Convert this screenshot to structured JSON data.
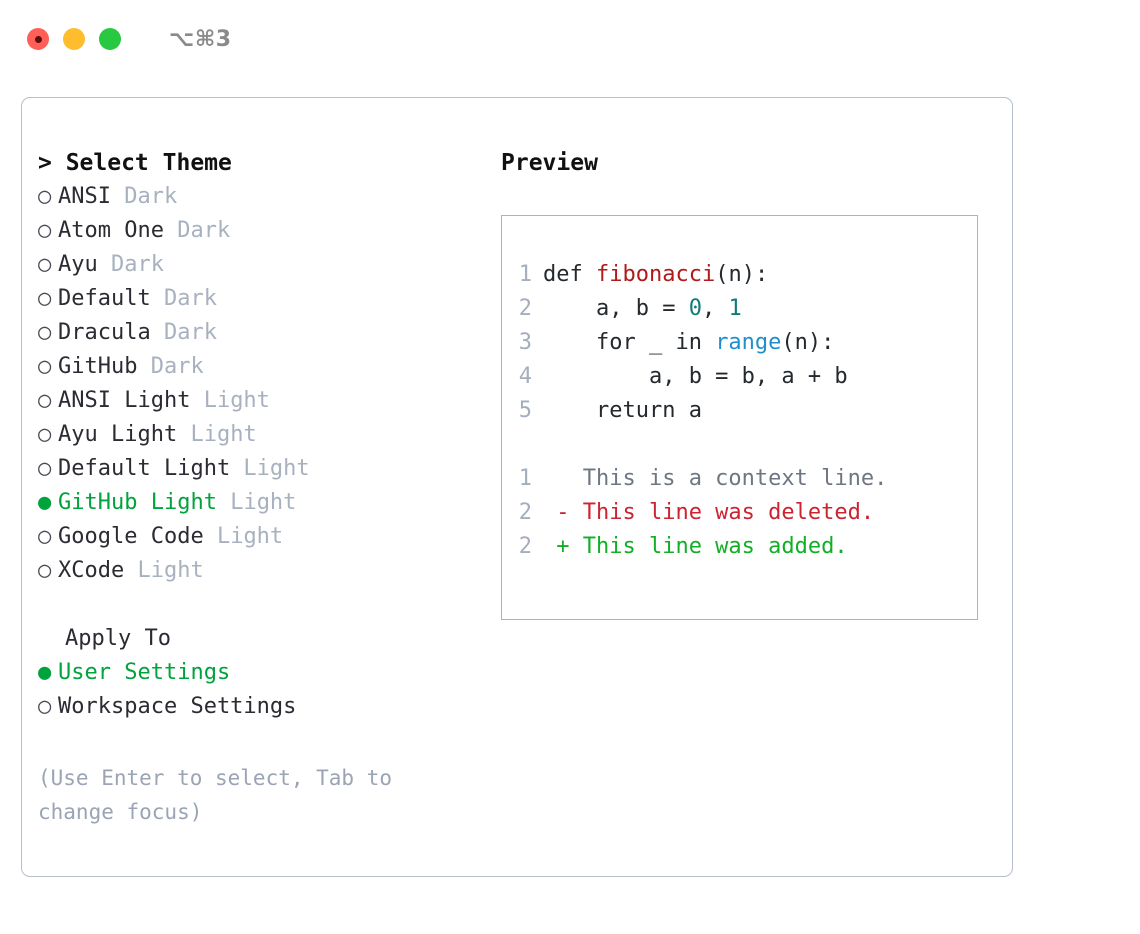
{
  "titlebar": {
    "shortcut": "⌥⌘3",
    "lights": [
      {
        "name": "close",
        "color": "#ff5f57"
      },
      {
        "name": "minimize",
        "color": "#ffbd2e"
      },
      {
        "name": "maximize",
        "color": "#28c840"
      }
    ]
  },
  "theme_list": {
    "header": "> Select Theme",
    "marker_selected": "●",
    "marker_unselected": "○",
    "items": [
      {
        "name": "ANSI",
        "tag": "Dark",
        "selected": false
      },
      {
        "name": "Atom One",
        "tag": "Dark",
        "selected": false
      },
      {
        "name": "Ayu",
        "tag": "Dark",
        "selected": false
      },
      {
        "name": "Default",
        "tag": "Dark",
        "selected": false
      },
      {
        "name": "Dracula",
        "tag": "Dark",
        "selected": false
      },
      {
        "name": "GitHub",
        "tag": "Dark",
        "selected": false
      },
      {
        "name": "ANSI Light",
        "tag": "Light",
        "selected": false
      },
      {
        "name": "Ayu Light",
        "tag": "Light",
        "selected": false
      },
      {
        "name": "Default Light",
        "tag": "Light",
        "selected": false
      },
      {
        "name": "GitHub Light",
        "tag": "Light",
        "selected": true
      },
      {
        "name": "Google Code",
        "tag": "Light",
        "selected": false
      },
      {
        "name": "XCode",
        "tag": "Light",
        "selected": false
      }
    ]
  },
  "apply_to": {
    "header": "Apply To",
    "items": [
      {
        "name": "User Settings",
        "selected": true
      },
      {
        "name": "Workspace Settings",
        "selected": false
      }
    ]
  },
  "hint": "(Use Enter to select, Tab to change focus)",
  "preview": {
    "title": "Preview",
    "code_lines": [
      {
        "num": "1",
        "spans": [
          {
            "text": "def ",
            "cls": "tok-def"
          },
          {
            "text": "fibonacci",
            "cls": "tok-fn"
          },
          {
            "text": "(n):",
            "cls": "tok-plain"
          }
        ]
      },
      {
        "num": "2",
        "spans": [
          {
            "text": "    a, b = ",
            "cls": "tok-plain"
          },
          {
            "text": "0",
            "cls": "tok-num"
          },
          {
            "text": ", ",
            "cls": "tok-plain"
          },
          {
            "text": "1",
            "cls": "tok-num"
          }
        ]
      },
      {
        "num": "3",
        "spans": [
          {
            "text": "    for _ in ",
            "cls": "tok-plain"
          },
          {
            "text": "range",
            "cls": "tok-call"
          },
          {
            "text": "(n):",
            "cls": "tok-plain"
          }
        ]
      },
      {
        "num": "4",
        "spans": [
          {
            "text": "        a, b = b, a + b",
            "cls": "tok-plain"
          }
        ]
      },
      {
        "num": "5",
        "spans": [
          {
            "text": "    return a",
            "cls": "tok-plain"
          }
        ]
      }
    ],
    "diff_lines": [
      {
        "num": "1",
        "spans": [
          {
            "text": "   This is a context line.",
            "cls": "diff-ctx"
          }
        ]
      },
      {
        "num": "2",
        "spans": [
          {
            "text": " - This line was deleted.",
            "cls": "diff-del"
          }
        ]
      },
      {
        "num": "2",
        "spans": [
          {
            "text": " + This line was added.",
            "cls": "diff-add"
          }
        ]
      }
    ]
  },
  "colors": {
    "accent_green": "#00a33c",
    "muted": "#a8b1bf",
    "border": "#b6bfcc",
    "preview_border": "#aab4c2",
    "diff_add": "#12af26",
    "diff_del": "#cb2431"
  }
}
